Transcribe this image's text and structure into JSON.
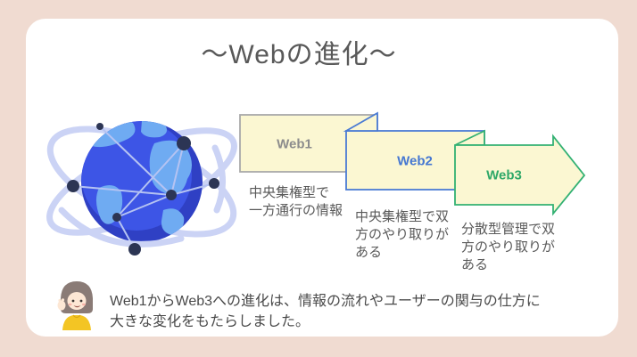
{
  "slide": {
    "title": "〜Webの進化〜",
    "background_color": "#f0dbd1",
    "card_color": "#ffffff",
    "title_color": "#595959"
  },
  "illustrations": {
    "globe": "globe-network-illustration",
    "avatar": "presenter-avatar"
  },
  "shape_fill_color": "#fbf7d2",
  "stages": [
    {
      "label": "Web1",
      "caption": "中央集権型で\n一方通行の情報",
      "shape": "rectangle",
      "accent_color": "#a9a9a9",
      "label_color": "#8c8c8c"
    },
    {
      "label": "Web2",
      "caption": "中央集権型で双\n方のやり取りが\nある",
      "shape": "folded-rectangle",
      "accent_color": "#4a7bd4",
      "label_color": "#4577d2"
    },
    {
      "label": "Web3",
      "caption": "分散型管理で双\n方のやり取りが\nある",
      "shape": "right-arrow",
      "accent_color": "#33b173",
      "label_color": "#2fa868"
    }
  ],
  "footer": {
    "message": "Web1からWeb3への進化は、情報の流れやユーザーの関与の仕方に\n大きな変化をもたらしました。"
  }
}
